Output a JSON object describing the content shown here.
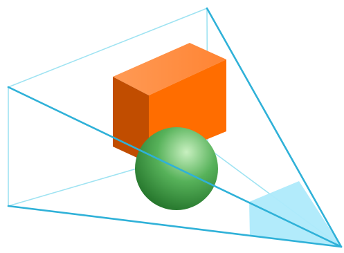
{
  "scene": {
    "objects": [
      {
        "id": "orange-box",
        "shape": "rectangular box",
        "color": "#ff6d00"
      },
      {
        "id": "green-sphere",
        "shape": "sphere",
        "color": "#3a9a3e"
      }
    ],
    "frustum": {
      "shape": "view frustum",
      "back_edge_color": "#9fe3f2",
      "front_edge_color": "#2fb1d8",
      "near_plane_color": "#aeeafb"
    }
  },
  "colors": {
    "background": "#ffffff",
    "box_front": "#ff6d00",
    "box_top": "#ff8f45",
    "box_side": "#c14d00",
    "sphere_highlight": "#c8f0c0",
    "sphere_mid": "#57b25a",
    "sphere_dark": "#1f6e26",
    "frustum_back": "#9fe3f2",
    "frustum_front": "#2fb1d8",
    "near_plane": "#aeeafb"
  }
}
